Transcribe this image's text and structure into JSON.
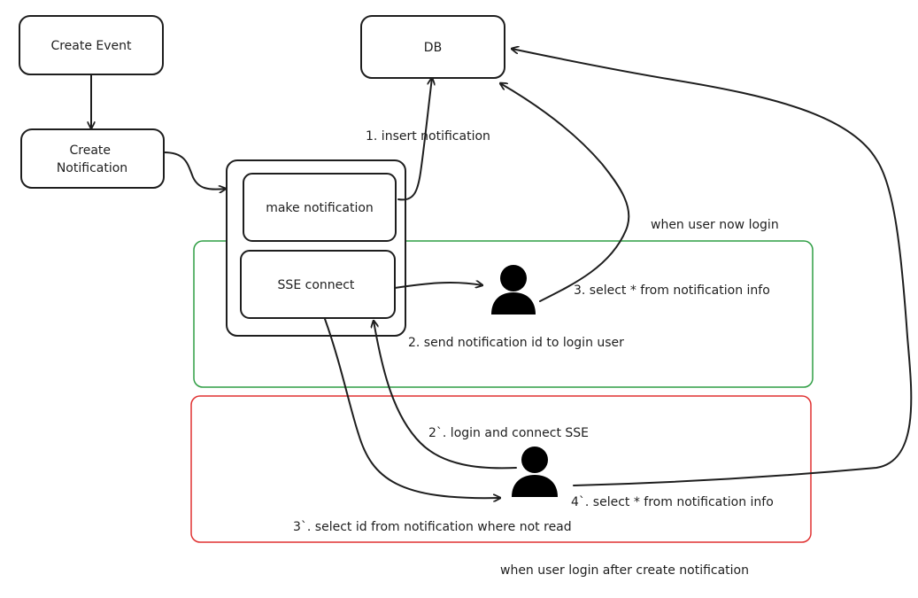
{
  "nodes": {
    "create_event": "Create Event",
    "db": "DB",
    "create_notification": [
      "Create",
      "Notification"
    ],
    "make_notification": "make notification",
    "sse_connect": "SSE connect"
  },
  "edge_labels": {
    "insert_notification": "1. insert notification",
    "send_notification_id": "2. send notification id to login user",
    "select_from_notification_info": "3. select * from notification info",
    "login_and_connect_sse": "2`. login and connect SSE",
    "select_from_notification_info_late": "4`. select * from notification info",
    "select_id_not_read": "3`. select id from notification where not read"
  },
  "regions": {
    "logged_in": "when user now login",
    "login_after": "when user login after create notification"
  },
  "colors": {
    "stroke": "#1e1e1e",
    "green_region": "#2f9e44",
    "red_region": "#e03131",
    "person": "#000000"
  },
  "icons": [
    "user-icon",
    "user-icon"
  ]
}
